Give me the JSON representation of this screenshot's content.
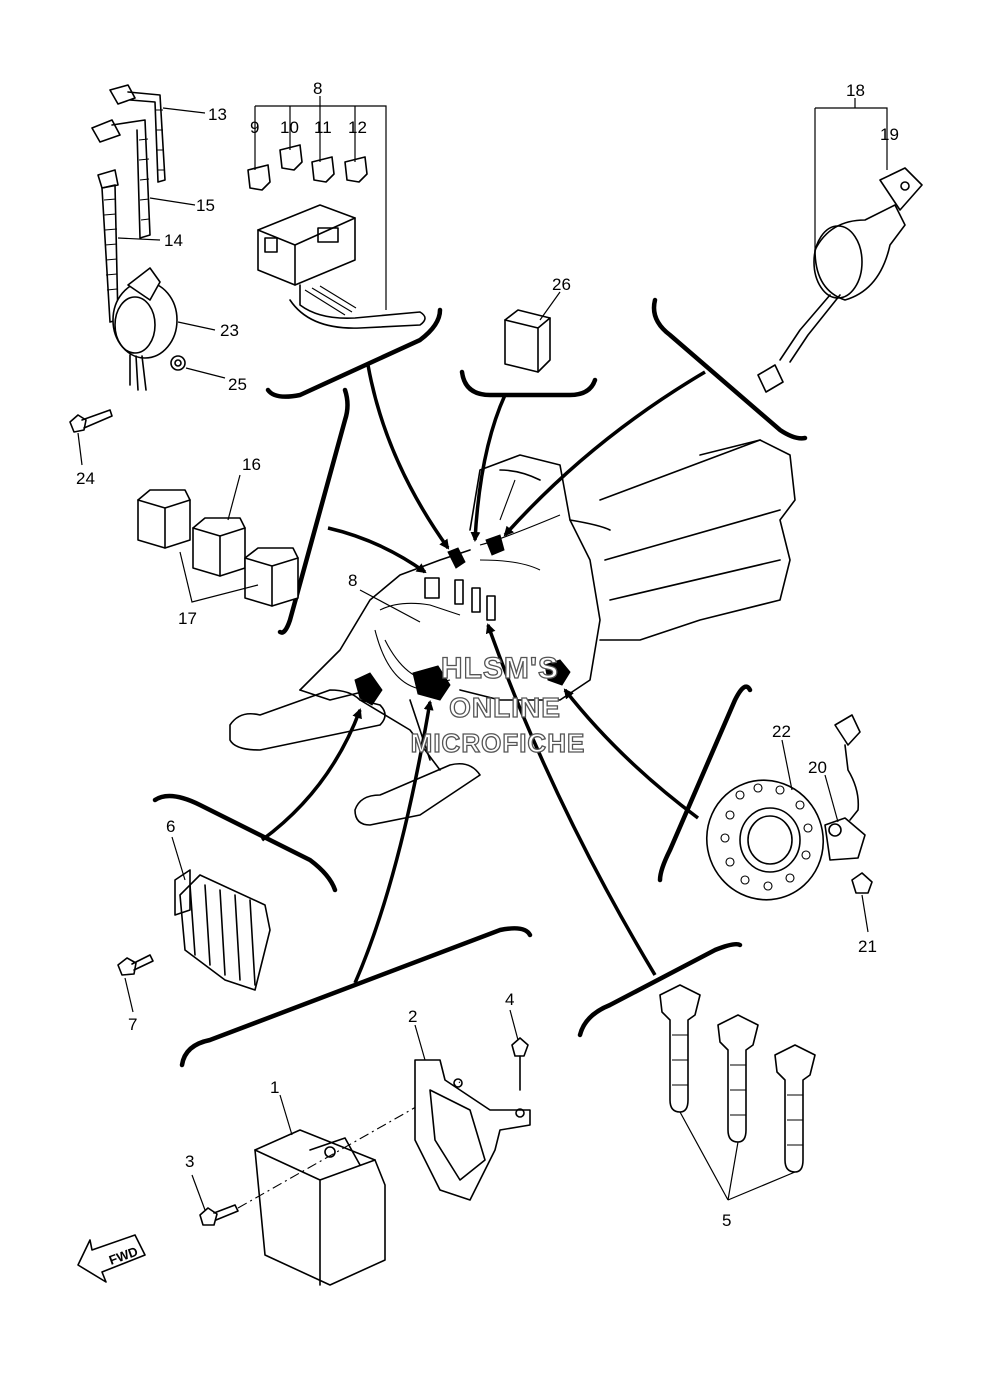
{
  "callouts": [
    "1",
    "2",
    "3",
    "4",
    "5",
    "6",
    "7",
    "8",
    "9",
    "10",
    "11",
    "12",
    "13",
    "14",
    "15",
    "16",
    "17",
    "18",
    "19",
    "20",
    "21",
    "22",
    "23",
    "24",
    "25",
    "26"
  ],
  "callout_8_again": "8",
  "watermark": {
    "line1": "HLSM'S",
    "line2": "ONLINE",
    "line3": "MICROFICHE"
  },
  "fwd_label": "FWD"
}
